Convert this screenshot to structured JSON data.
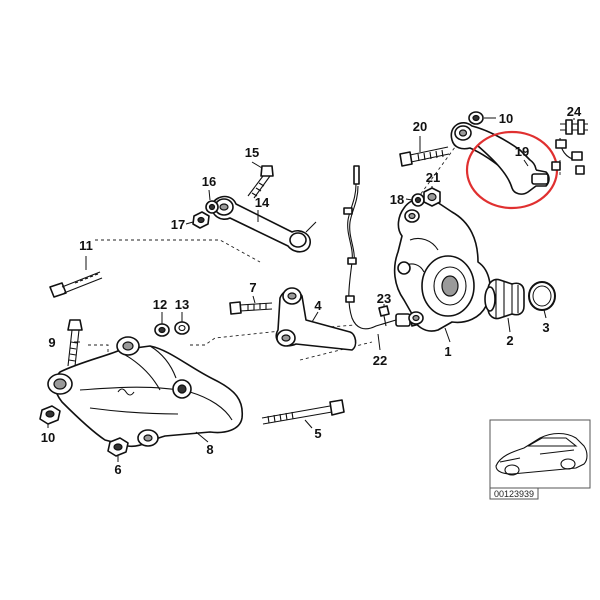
{
  "labels": {
    "l1": "1",
    "l2": "2",
    "l3": "3",
    "l4": "4",
    "l5": "5",
    "l6": "6",
    "l7": "7",
    "l8": "8",
    "l9": "9",
    "l10a": "10",
    "l10b": "10",
    "l11": "11",
    "l12": "12",
    "l13": "13",
    "l14": "14",
    "l15": "15",
    "l16": "16",
    "l17": "17",
    "l18": "18",
    "l19": "19",
    "l20": "20",
    "l21": "21",
    "l22": "22",
    "l23": "23",
    "l24": "24"
  },
  "reference_number": "00123939",
  "highlight_color": "#e03030"
}
